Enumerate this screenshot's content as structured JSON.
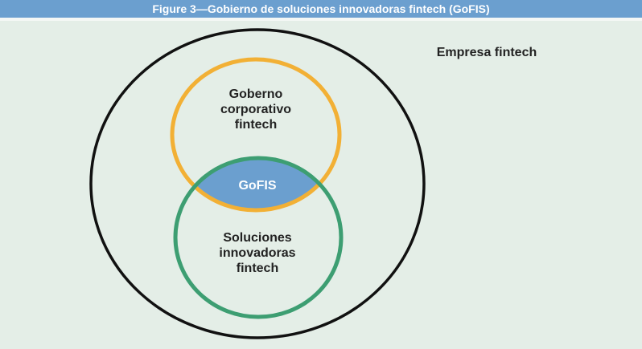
{
  "title": "Figure 3—Gobierno de soluciones innovadoras fintech (GoFIS)",
  "outer_label": "Empresa fintech",
  "top_label": [
    "Goberno",
    "corporativo",
    "fintech"
  ],
  "overlap_label": "GoFIS",
  "bottom_label": [
    "Soluciones",
    "innovadoras",
    "fintech"
  ],
  "colors": {
    "header": "#6b9fcf",
    "outer": "#111111",
    "top": "#f2b035",
    "bottom": "#3d9e72",
    "overlap": "#6b9fcf"
  }
}
